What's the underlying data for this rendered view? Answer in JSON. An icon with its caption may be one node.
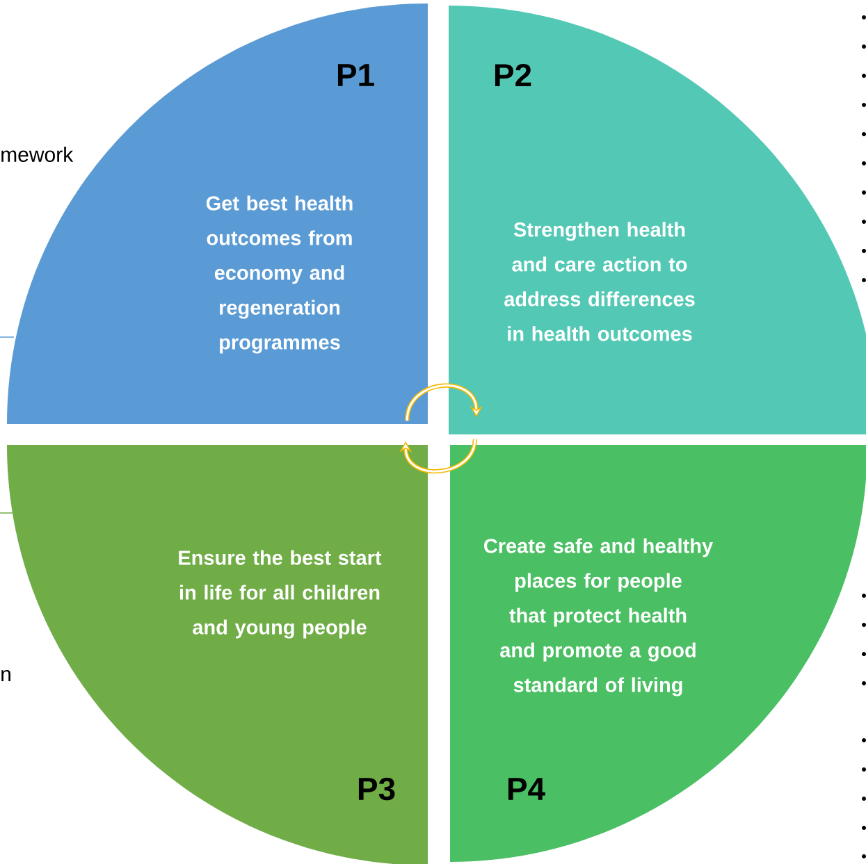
{
  "diagram": {
    "nodes": [
      {
        "text": [
          "P1",
          "Get best health outcomes from economy and regeneration programmes"
        ]
      },
      {
        "text": [
          "P2",
          "Strengthen health and care action to address differences in health outcomes"
        ]
      },
      {
        "text": [
          "Ensure the best start in life for all children and young people",
          "P3"
        ]
      },
      {
        "text": [
          "Create  safe and healthy places for people that protect health and promote a good standard of living",
          "P4"
        ]
      }
    ],
    "edges": [
      {
        "from": 0,
        "to": 1,
        "arrow": "to",
        "color": "#f5b800"
      },
      {
        "from": 3,
        "to": 2,
        "arrow": "to",
        "color": "#f5b800"
      }
    ],
    "labels": [
      "mework",
      "n"
    ]
  }
}
